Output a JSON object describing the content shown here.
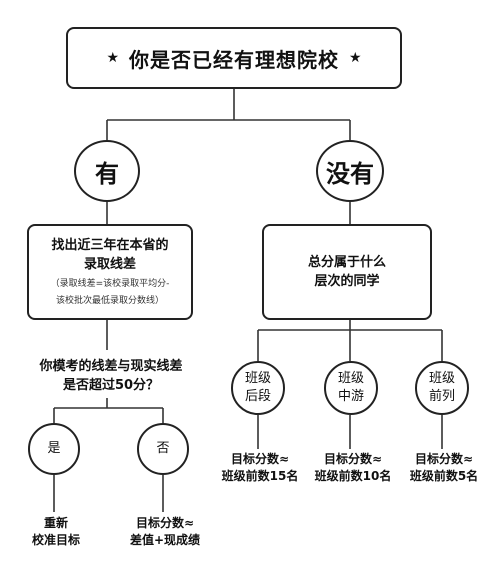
{
  "title": {
    "star_left": "★",
    "text": "你是否已经有理想院校",
    "star_right": "★"
  },
  "branches": {
    "yes": "有",
    "no": "没有"
  },
  "left_box": {
    "line1": "找出近三年在本省的",
    "line2": "录取线差",
    "note_line1": "（录取线差=该校录取平均分-",
    "note_line2": "该校批次最低录取分数线）"
  },
  "question": {
    "line1": "你模考的线差与现实线差",
    "line2": "是否超过50分？"
  },
  "answers": {
    "yes": "是",
    "no": "否"
  },
  "left_leaves": {
    "yes_line1": "重新",
    "yes_line2": "校准目标",
    "no_line1": "目标分数≈",
    "no_line2": "差值+现成绩"
  },
  "right_box": {
    "line1": "总分属于什么",
    "line2": "层次的同学"
  },
  "levels": [
    {
      "line1": "班级",
      "line2": "后段",
      "target_line1": "目标分数≈",
      "target_line2": "班级前数15名"
    },
    {
      "line1": "班级",
      "line2": "中游",
      "target_line1": "目标分数≈",
      "target_line2": "班级前数10名"
    },
    {
      "line1": "班级",
      "line2": "前列",
      "target_line1": "目标分数≈",
      "target_line2": "班级前数5名"
    }
  ],
  "colors": {
    "stroke": "#222222",
    "text": "#111111",
    "background": "#ffffff"
  }
}
